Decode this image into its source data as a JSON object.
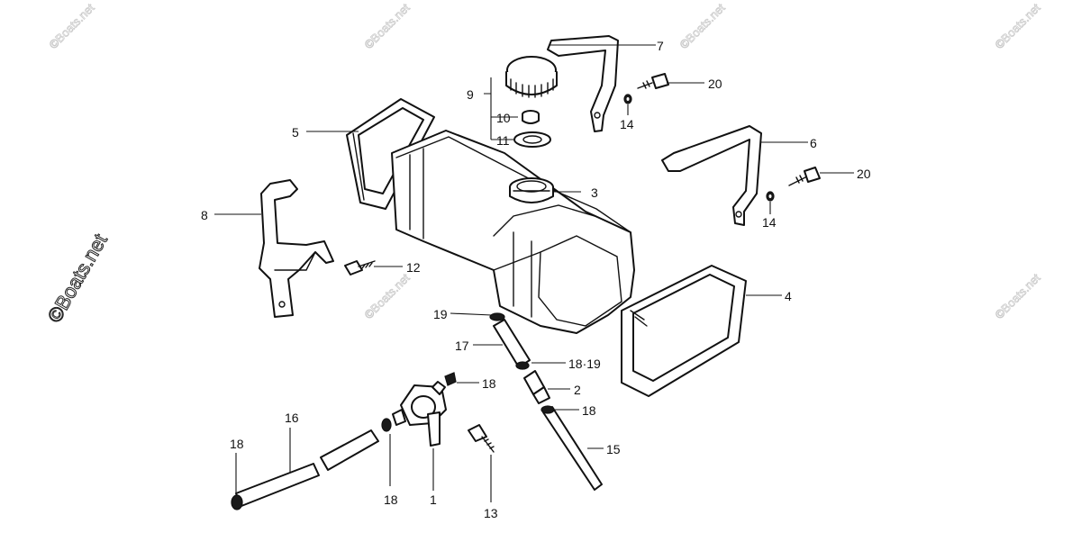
{
  "diagram": {
    "watermark": "©Boats.net",
    "labels": {
      "p1": "1",
      "p2": "2",
      "p3": "3",
      "p4": "4",
      "p5": "5",
      "p6": "6",
      "p7": "7",
      "p8": "8",
      "p9": "9",
      "p10": "10",
      "p11": "11",
      "p12": "12",
      "p13": "13",
      "p14a": "14",
      "p14b": "14",
      "p15": "15",
      "p16": "16",
      "p17": "17",
      "p18a": "18",
      "p18b": "18",
      "p18c": "18",
      "p18d": "18",
      "p1819": "18·19",
      "p19": "19",
      "p20a": "20",
      "p20b": "20"
    },
    "colors": {
      "line": "#111111",
      "watermark": "#c9c9c9"
    }
  }
}
